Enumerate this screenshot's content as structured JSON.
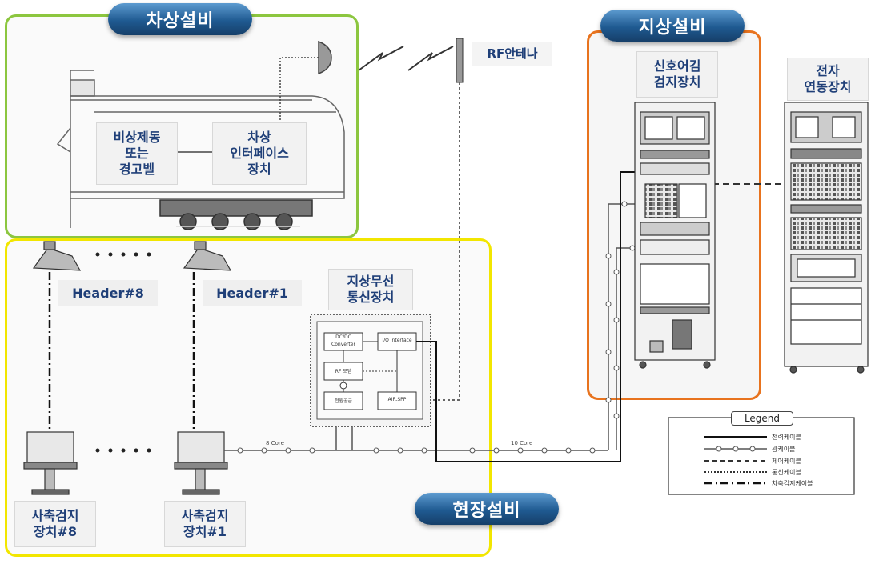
{
  "zones": {
    "onboard": "차상설비",
    "wayside": "지상설비",
    "field": "현장설비"
  },
  "labels": {
    "emergency_brake": "비상제동\n또는\n경고벨",
    "onboard_interface": "차상\n인터페이스\n장치",
    "rf_antenna": "RF안테나",
    "signal_detector": "신호어김\n검지장치",
    "interlocking": "전자\n연동장치",
    "ground_radio": "지상무선\n통신장치",
    "header_8": "Header#8",
    "header_1": "Header#1",
    "axle_counter_8": "사축검지\n장치#8",
    "axle_counter_1": "사축검지\n장치#1"
  },
  "radio_unit": {
    "blocks": [
      "DC/DC\nConverter",
      "I/O Interface",
      "RF 모뎀",
      "전원공급",
      "AIR.SPP"
    ]
  },
  "cables": {
    "left_count": "8 Core",
    "right_count": "10 Core"
  },
  "legend": {
    "title": "Legend",
    "items": [
      "전력케이블",
      "광케이블",
      "제어케이블",
      "통신케이블",
      "차축검지케이블"
    ]
  }
}
